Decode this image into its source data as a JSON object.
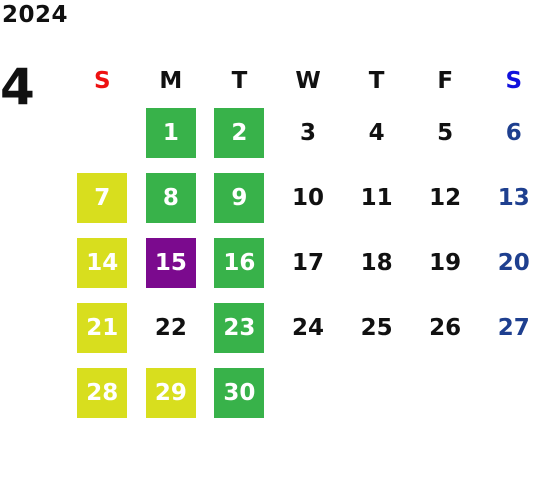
{
  "year": "2024",
  "month": "4",
  "weekdays": [
    "S",
    "M",
    "T",
    "W",
    "T",
    "F",
    "S"
  ],
  "colors": {
    "green": "#38b24a",
    "yellow": "#d8de1e",
    "purple": "#7b0a8e",
    "sunday_header": "#ee1111",
    "saturday_header": "#1111dd",
    "saturday_number": "#1e3f8f"
  },
  "weeks": [
    [
      {
        "day": "",
        "highlight": "none"
      },
      {
        "day": "1",
        "highlight": "green"
      },
      {
        "day": "2",
        "highlight": "green"
      },
      {
        "day": "3",
        "highlight": "none"
      },
      {
        "day": "4",
        "highlight": "none"
      },
      {
        "day": "5",
        "highlight": "none"
      },
      {
        "day": "6",
        "highlight": "none"
      }
    ],
    [
      {
        "day": "7",
        "highlight": "yellow"
      },
      {
        "day": "8",
        "highlight": "green"
      },
      {
        "day": "9",
        "highlight": "green"
      },
      {
        "day": "10",
        "highlight": "none"
      },
      {
        "day": "11",
        "highlight": "none"
      },
      {
        "day": "12",
        "highlight": "none"
      },
      {
        "day": "13",
        "highlight": "none"
      }
    ],
    [
      {
        "day": "14",
        "highlight": "yellow"
      },
      {
        "day": "15",
        "highlight": "purple"
      },
      {
        "day": "16",
        "highlight": "green"
      },
      {
        "day": "17",
        "highlight": "none"
      },
      {
        "day": "18",
        "highlight": "none"
      },
      {
        "day": "19",
        "highlight": "none"
      },
      {
        "day": "20",
        "highlight": "none"
      }
    ],
    [
      {
        "day": "21",
        "highlight": "yellow"
      },
      {
        "day": "22",
        "highlight": "none"
      },
      {
        "day": "23",
        "highlight": "green"
      },
      {
        "day": "24",
        "highlight": "none"
      },
      {
        "day": "25",
        "highlight": "none"
      },
      {
        "day": "26",
        "highlight": "none"
      },
      {
        "day": "27",
        "highlight": "none"
      }
    ],
    [
      {
        "day": "28",
        "highlight": "yellow"
      },
      {
        "day": "29",
        "highlight": "yellow"
      },
      {
        "day": "30",
        "highlight": "green"
      },
      {
        "day": "",
        "highlight": "none"
      },
      {
        "day": "",
        "highlight": "none"
      },
      {
        "day": "",
        "highlight": "none"
      },
      {
        "day": "",
        "highlight": "none"
      }
    ]
  ]
}
